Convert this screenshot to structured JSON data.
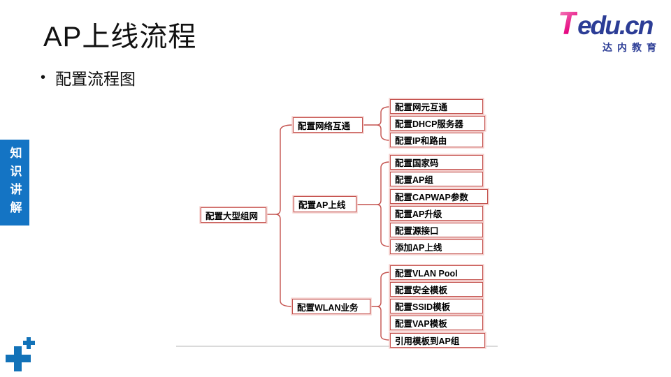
{
  "slide": {
    "title": "AP上线流程",
    "bullet_marker": "•",
    "bullet_text": "配置流程图"
  },
  "sidebar": {
    "label": "知识讲解"
  },
  "logo": {
    "brand_t": "T",
    "brand_rest": "edu.cn",
    "subtitle": "达内教育"
  },
  "flowchart": {
    "root": "配置大型组网",
    "groups": [
      {
        "label": "配置网络互通",
        "children": [
          "配置网元互通",
          "配置DHCP服务器",
          "配置IP和路由"
        ]
      },
      {
        "label": "配置AP上线",
        "children": [
          "配置国家码",
          "配置AP组",
          "配置CAPWAP参数",
          "配置AP升级",
          "配置源接口",
          "添加AP上线"
        ]
      },
      {
        "label": "配置WLAN业务",
        "children": [
          "配置VLAN Pool",
          "配置安全模板",
          "配置SSID模板",
          "配置VAP模板",
          "引用模板到AP组"
        ]
      }
    ],
    "colors": {
      "box_border": "#c4524e",
      "sidebar_blue": "#1474c4"
    }
  }
}
